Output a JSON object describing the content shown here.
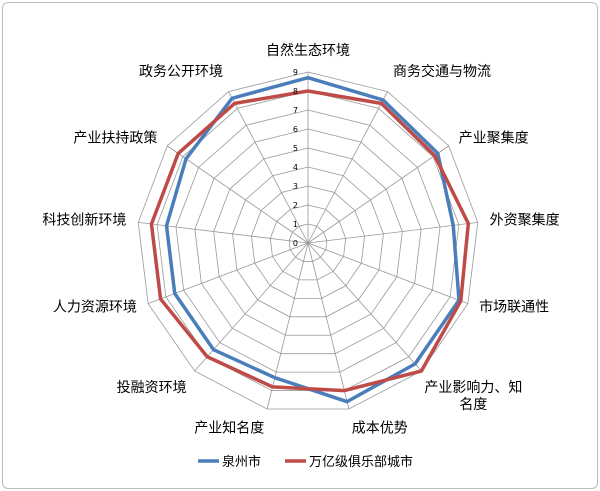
{
  "chart_data": {
    "type": "radar",
    "categories": [
      "自然生态环境",
      "商务交通与物流",
      "产业聚集度",
      "外资聚集度",
      "市场联通性",
      "产业影响力、知名度",
      "成本优势",
      "产业知名度",
      "投融资环境",
      "人力资源环境",
      "科技创新环境",
      "产业扶持政策",
      "政务公开环境"
    ],
    "label_lines": [
      [
        "自然生态环境"
      ],
      [
        "商务交通与物流"
      ],
      [
        "产业聚集度"
      ],
      [
        "外资聚集度"
      ],
      [
        "市场联通性"
      ],
      [
        "产业影响力、知",
        "名度"
      ],
      [
        "成本优势"
      ],
      [
        "产业知名度"
      ],
      [
        "投融资环境"
      ],
      [
        "人力资源环境"
      ],
      [
        "科技创新环境"
      ],
      [
        "产业扶持政策"
      ],
      [
        "政务公开环境"
      ]
    ],
    "rlim": [
      0,
      9
    ],
    "ticks": [
      "0",
      "1",
      "2",
      "3",
      "4",
      "5",
      "6",
      "7",
      "8",
      "9"
    ],
    "series": [
      {
        "name": "泉州市",
        "color": "#4a7ebb",
        "values": [
          8.7,
          8.5,
          8.3,
          7.7,
          8.5,
          8.5,
          8.6,
          7.3,
          7.5,
          7.5,
          7.5,
          7.8,
          8.6
        ]
      },
      {
        "name": "万亿级俱乐部城市",
        "color": "#be4b48",
        "values": [
          8.0,
          8.3,
          8.1,
          8.5,
          8.6,
          9.0,
          8.0,
          7.8,
          8.0,
          8.3,
          8.3,
          8.3,
          8.3
        ]
      }
    ],
    "grid": true,
    "grid_color": "#999999",
    "legend_position": "bottom"
  }
}
